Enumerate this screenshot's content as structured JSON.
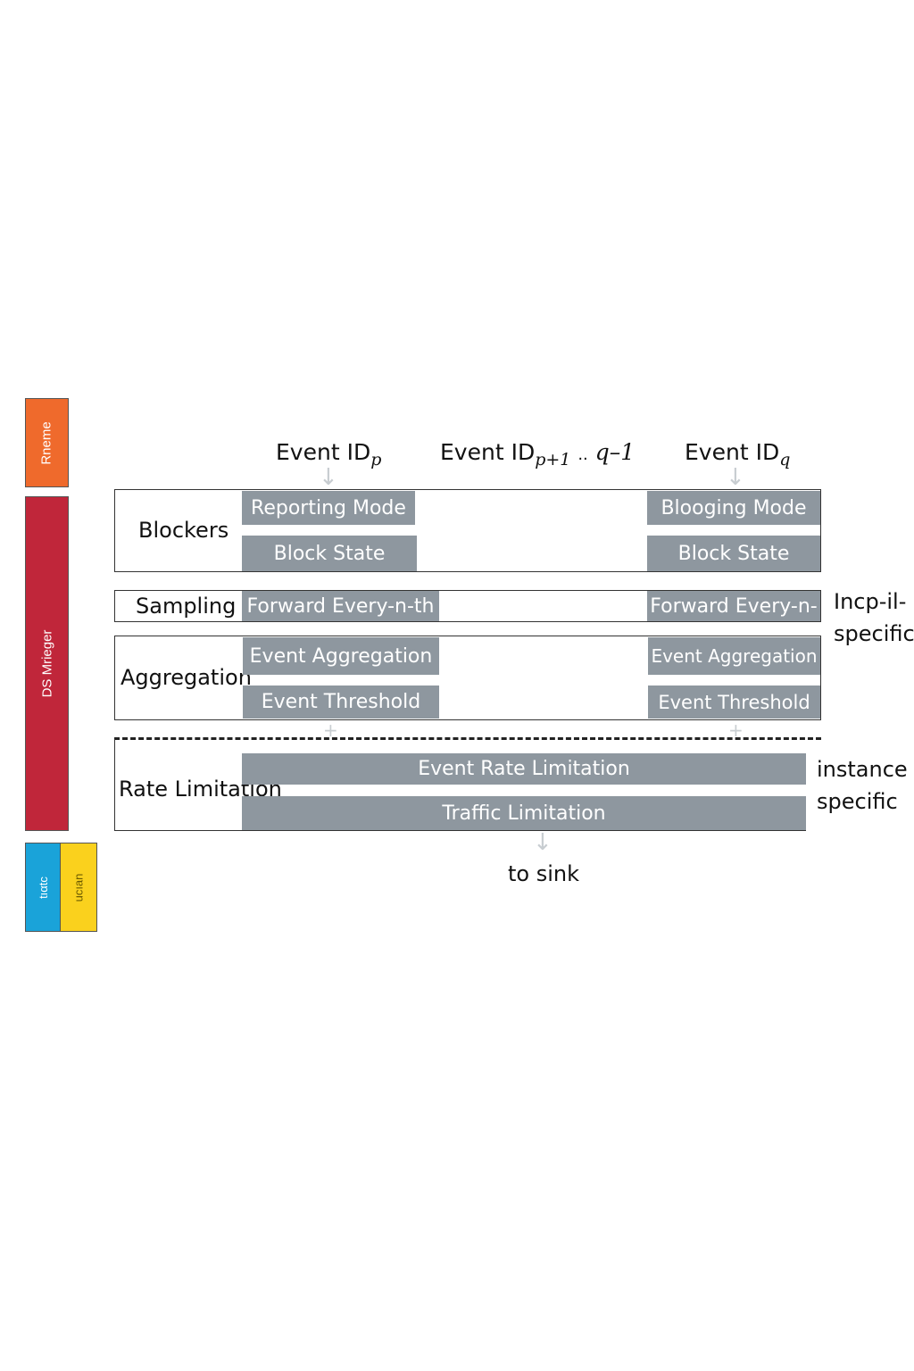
{
  "sidebar": {
    "top_label": "Rneme",
    "middle_label": "DS Mrieger",
    "bottom_left_label": "tıαtc",
    "bottom_right_label": "ucıan",
    "colors": {
      "top": "#ef6a2c",
      "middle": "#c0263a",
      "bottom_left": "#1aa3d9",
      "bottom_right": "#fad11d"
    }
  },
  "headers": {
    "event_p": {
      "text": "Event ID",
      "sub": "p"
    },
    "event_mid": {
      "text": "Event ID",
      "sub": "p+1",
      "dots": "..",
      "tail": "q–1"
    },
    "event_q": {
      "text": "Event ID",
      "sub": "q"
    }
  },
  "sections": {
    "blockers": {
      "label": "Blockers",
      "left": [
        "Reporting Mode",
        "Block State"
      ],
      "right": [
        "Blooging Mode",
        "Block State"
      ]
    },
    "sampling": {
      "label": "Sampling",
      "left": "Forward Every-n-th",
      "right": "Forward Every-n-"
    },
    "aggregation": {
      "label": "Aggregation",
      "left": [
        "Event Aggregation",
        "Event Threshold"
      ],
      "right": [
        "Event Aggregation",
        "Event Threshold"
      ]
    },
    "rate_limitation": {
      "label": "Rate Limitation",
      "bars": [
        "Event Rate Limitation",
        "Traffic Limitation"
      ]
    }
  },
  "notes": {
    "upper": [
      "Incp-il-",
      "specific"
    ],
    "lower": [
      "instance",
      "specific"
    ]
  },
  "footer": {
    "sink_label": "to sink"
  },
  "colors": {
    "bar": "#8e979f",
    "arrow": "#c8cdd1"
  }
}
